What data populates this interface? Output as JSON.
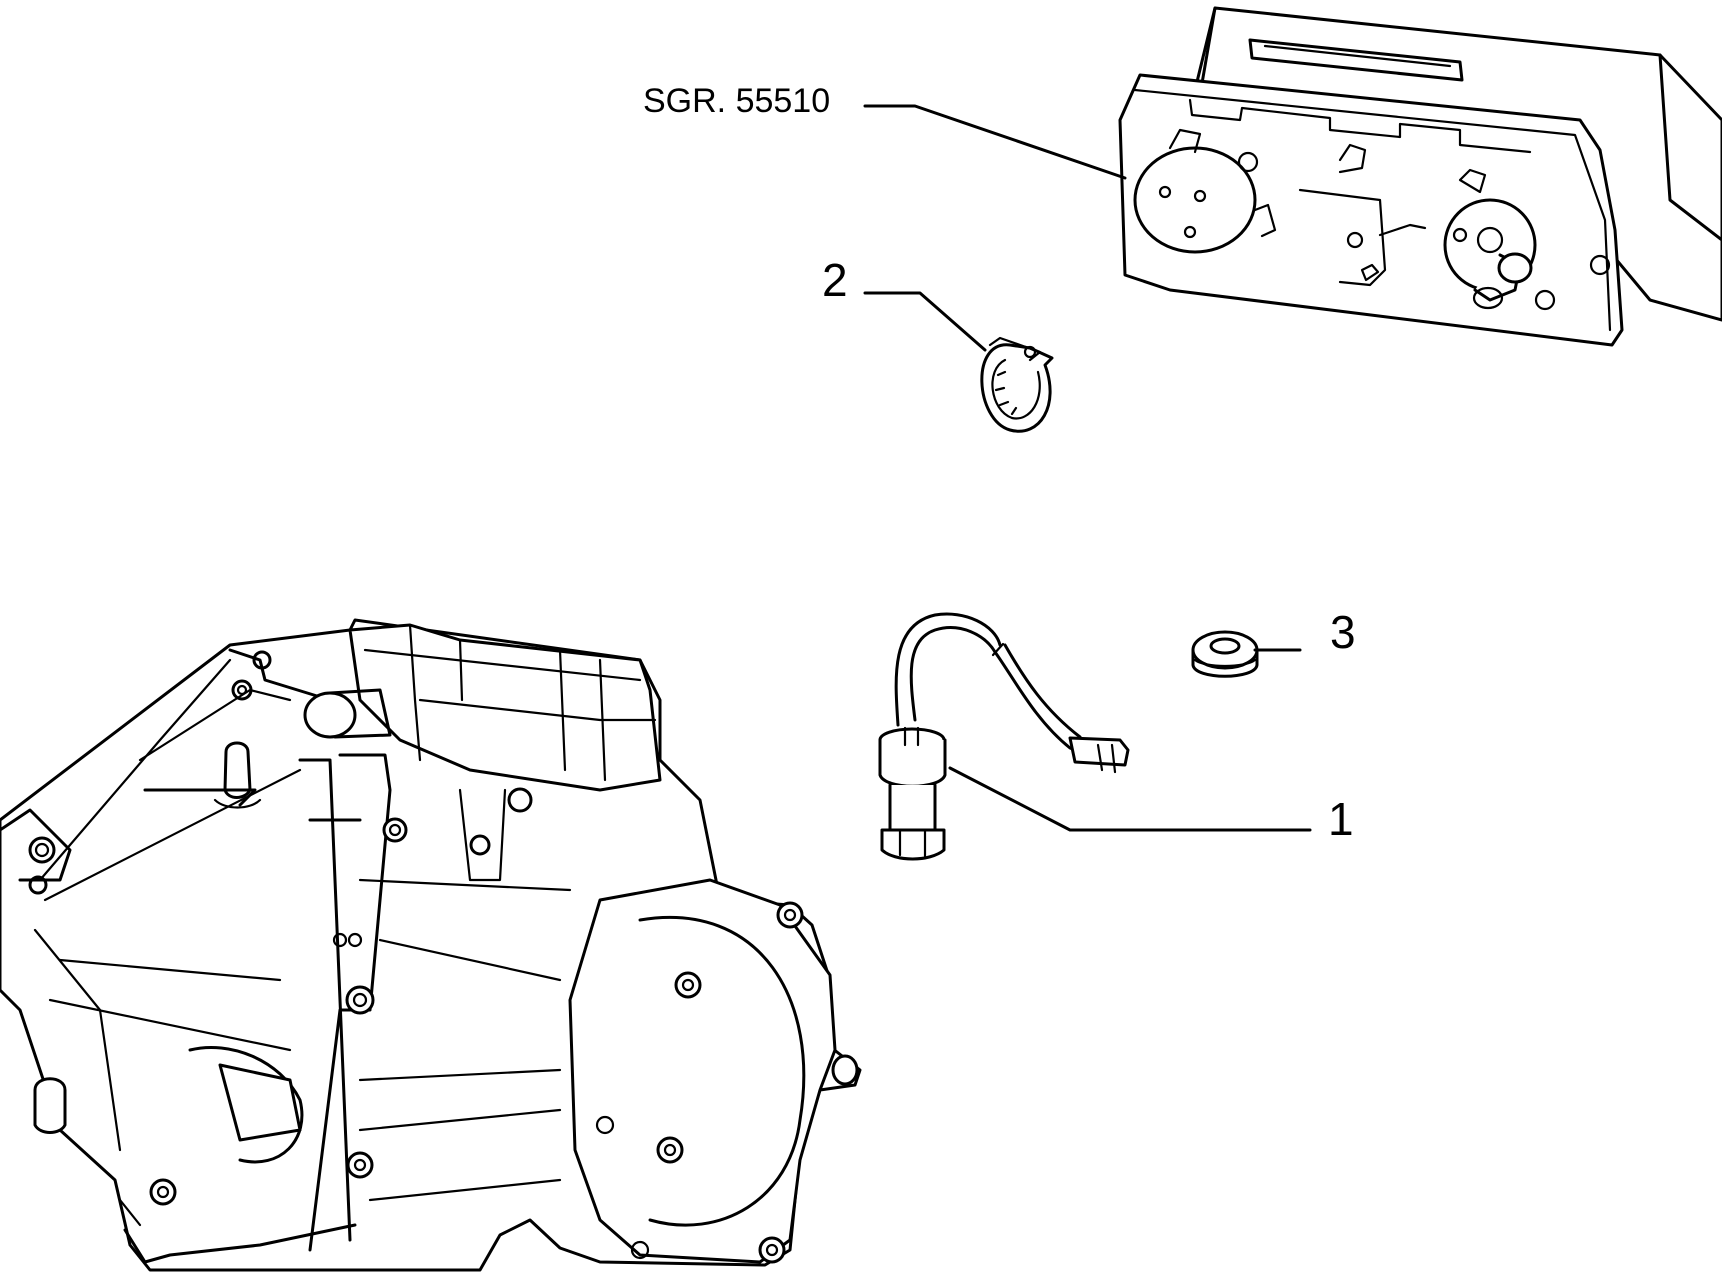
{
  "callouts": {
    "group_ref": "SGR. 55510",
    "item_2": "2",
    "item_3": "3",
    "item_1": "1"
  },
  "parts": [
    {
      "name": "instrument-cluster",
      "reference": "SGR. 55510"
    },
    {
      "name": "hose-clamp",
      "callout": "2"
    },
    {
      "name": "grommet",
      "callout": "3"
    },
    {
      "name": "speed-sensor-with-cable",
      "callout": "1"
    },
    {
      "name": "gearbox-housing"
    }
  ]
}
